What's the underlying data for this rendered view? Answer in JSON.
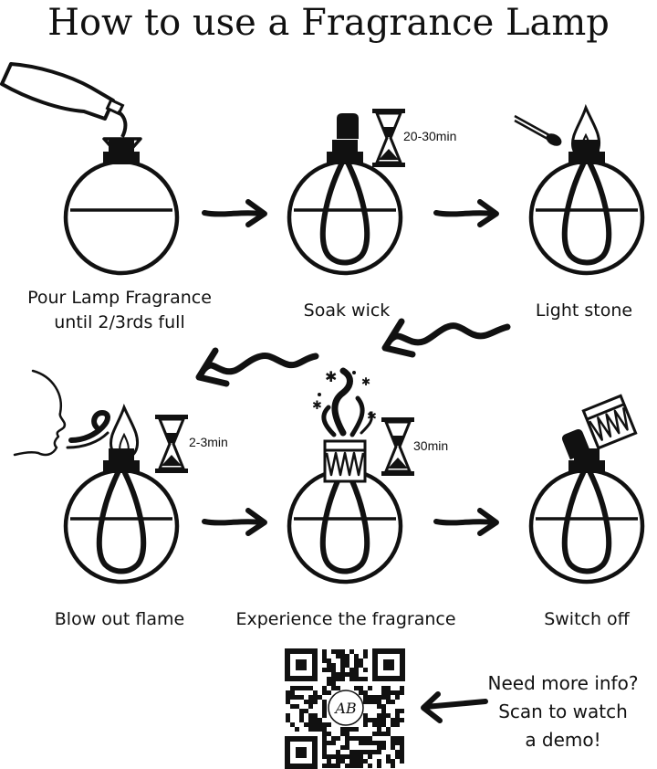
{
  "title": "How to use a Fragrance Lamp",
  "steps": [
    {
      "line1": "Pour Lamp Fragrance",
      "line2": "until 2/3rds full"
    },
    {
      "line1": "Soak wick"
    },
    {
      "line1": "Light stone"
    },
    {
      "line1": "Blow out flame"
    },
    {
      "line1": "Experience the fragrance"
    },
    {
      "line1": "Switch off"
    }
  ],
  "timers": {
    "soak": "20-30min",
    "blow": "2-3min",
    "experience": "30min"
  },
  "info": {
    "line1": "Need more info?",
    "line2": "Scan to watch",
    "line3": "a demo!"
  },
  "qr": {
    "logo_text": "AB"
  },
  "icons": [
    "pour-bottle-icon",
    "funnel-icon",
    "lamp-icon",
    "hourglass-icon",
    "match-icon",
    "flame-icon",
    "face-icon",
    "breath-icon",
    "fragrance-smoke-icon",
    "cap-icon",
    "burner-icon",
    "arrow-icon",
    "qr-code-icon"
  ]
}
